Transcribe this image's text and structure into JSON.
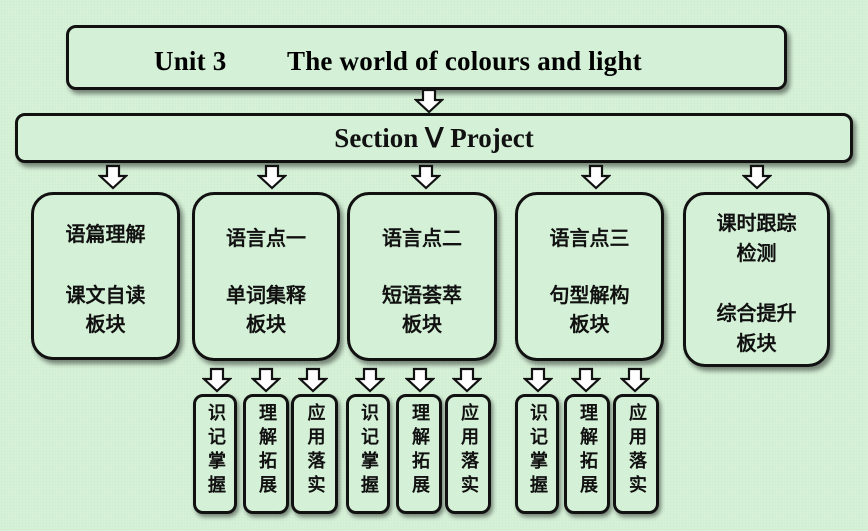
{
  "header": {
    "unit": "Unit 3",
    "title": "The world of colours and light"
  },
  "section": "Section Ⅴ Project",
  "columns": [
    {
      "lines": [
        "语篇理解",
        "课文自读",
        "板块"
      ]
    },
    {
      "lines": [
        "语言点一",
        "单词集释",
        "板块"
      ]
    },
    {
      "lines": [
        "语言点二",
        "短语荟萃",
        "板块"
      ]
    },
    {
      "lines": [
        "语言点三",
        "句型解构",
        "板块"
      ]
    },
    {
      "lines": [
        "课时跟踪",
        "检测",
        "综合提升",
        "板块"
      ]
    }
  ],
  "leaves": [
    "识记掌握",
    "理解拓展",
    "应用落实"
  ]
}
